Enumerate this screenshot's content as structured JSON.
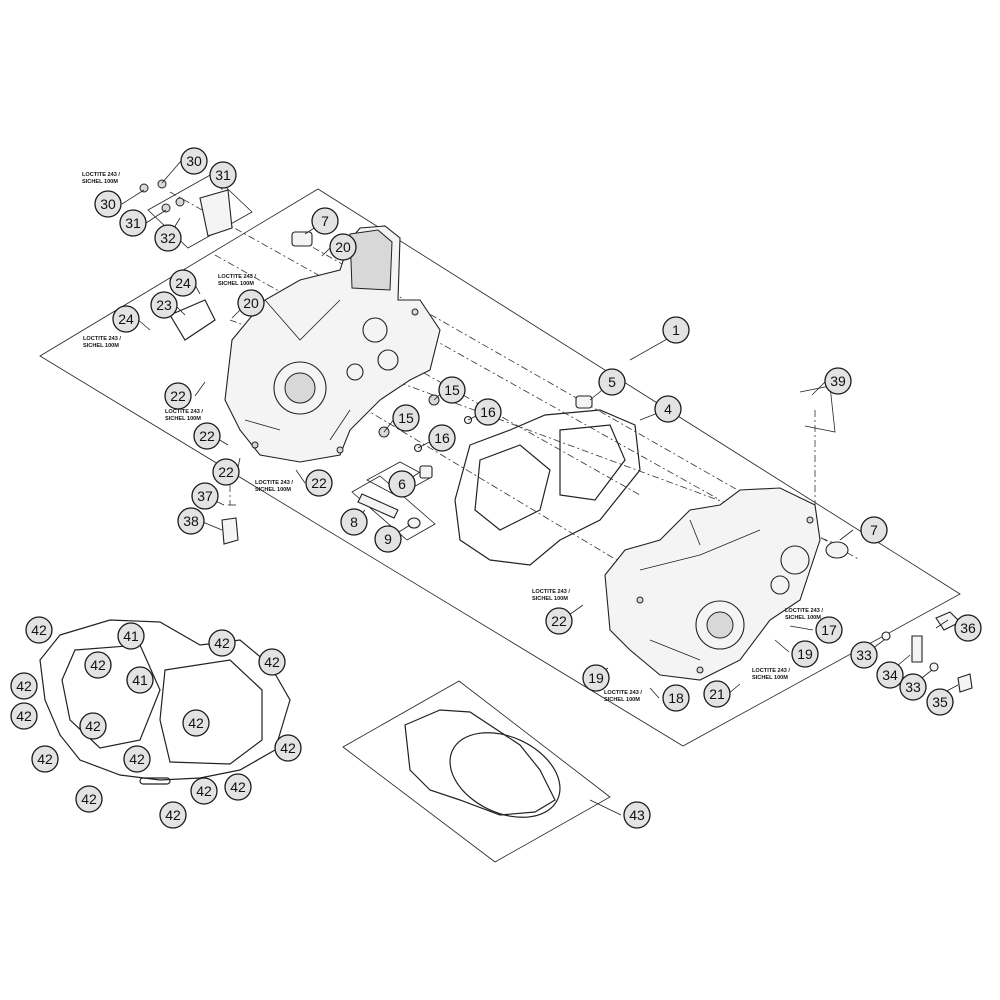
{
  "loctite_note": {
    "line1": "LOCTITE 243 /",
    "line2": "SICHEL 100M"
  },
  "callouts": {
    "c30a": "30",
    "c30b": "30",
    "c31a": "31",
    "c31b": "31",
    "c32": "32",
    "c7a": "7",
    "c7b": "7",
    "c20a": "20",
    "c20b": "20",
    "c24a": "24",
    "c24b": "24",
    "c23": "23",
    "c1": "1",
    "c5": "5",
    "c4": "4",
    "c15a": "15",
    "c15b": "15",
    "c16a": "16",
    "c16b": "16",
    "c22a": "22",
    "c22b": "22",
    "c22c": "22",
    "c22d": "22",
    "c22e": "22",
    "c6": "6",
    "c8": "8",
    "c9": "9",
    "c37": "37",
    "c38": "38",
    "c39": "39",
    "c17": "17",
    "c19a": "19",
    "c19b": "19",
    "c18": "18",
    "c21": "21",
    "c33a": "33",
    "c33b": "33",
    "c34": "34",
    "c35": "35",
    "c36": "36",
    "c41a": "41",
    "c41b": "41",
    "c42a": "42",
    "c42b": "42",
    "c42c": "42",
    "c42d": "42",
    "c42e": "42",
    "c42f": "42",
    "c42g": "42",
    "c42h": "42",
    "c42i": "42",
    "c42j": "42",
    "c42k": "42",
    "c42l": "42",
    "c42m": "42",
    "c42n": "42",
    "c42o": "42",
    "c43": "43"
  }
}
